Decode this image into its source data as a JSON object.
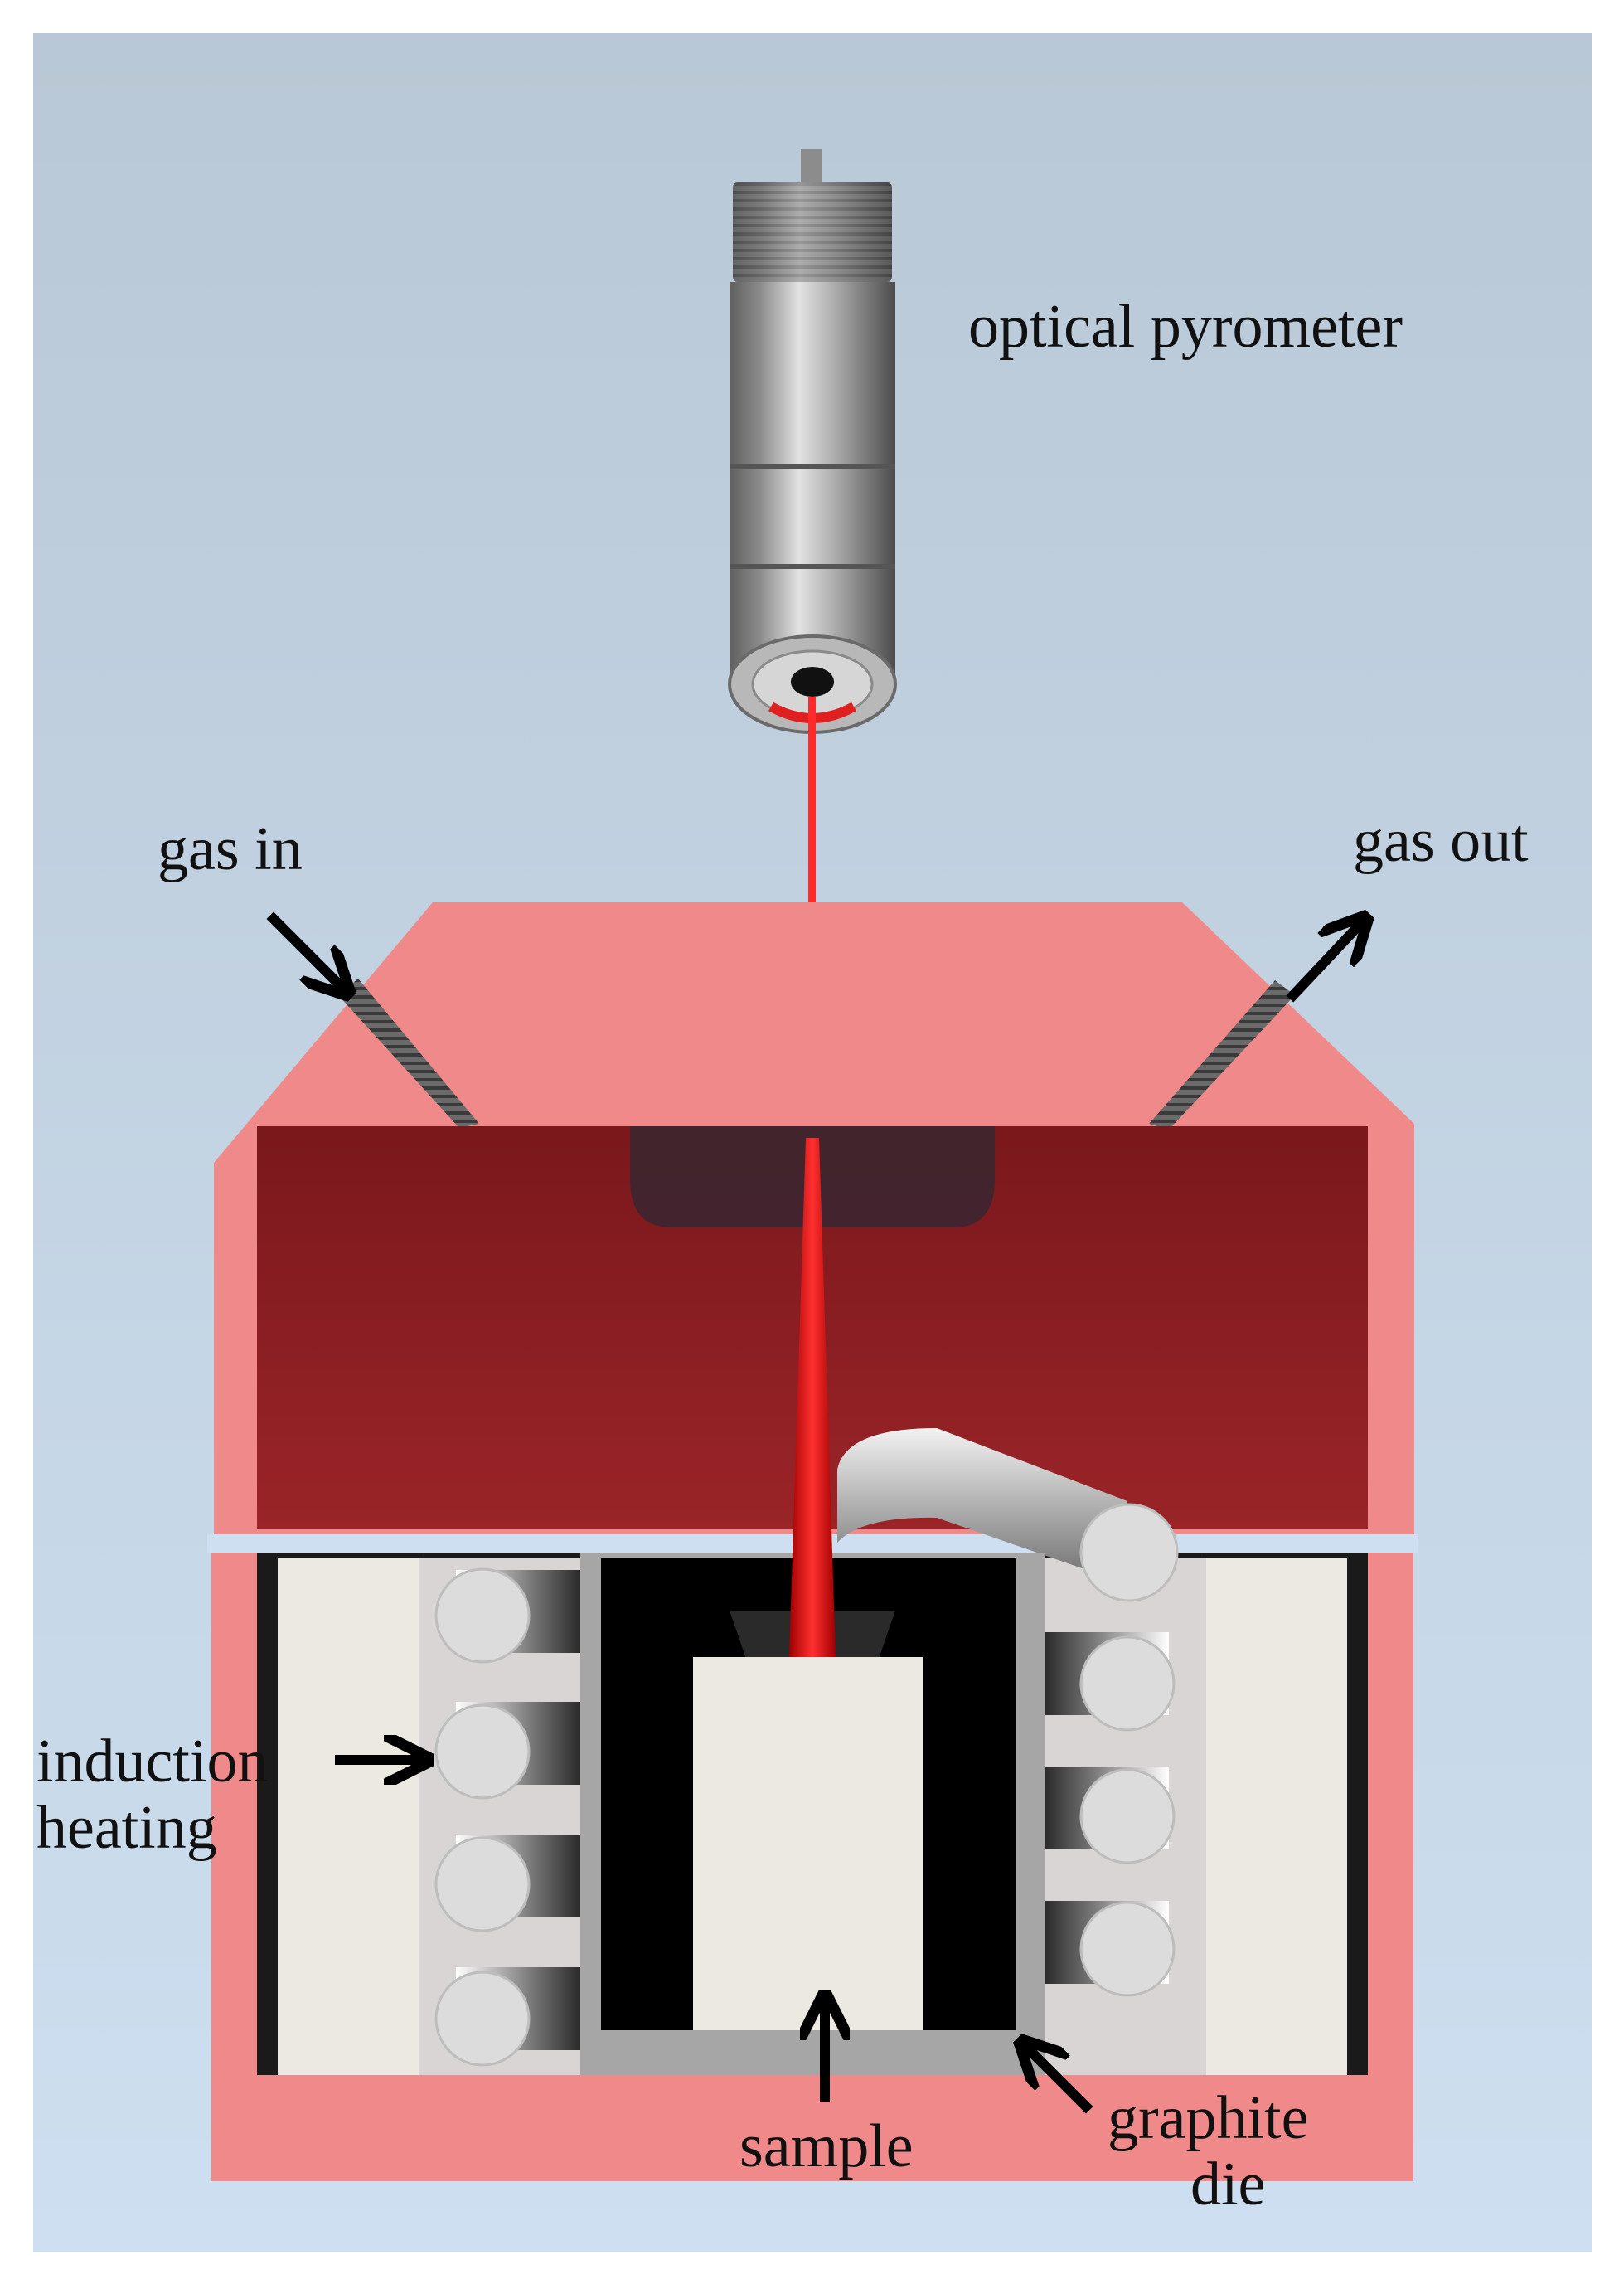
{
  "figure": {
    "labels": {
      "optical_pyrometer": "optical pyrometer",
      "gas_in": "gas in",
      "gas_out": "gas out",
      "induction_line1": "induction",
      "induction_line2": "heating",
      "sample": "sample",
      "graphite_line1": "graphite",
      "graphite_line2": "die"
    },
    "colors": {
      "background_top": "#b9c8d6",
      "background_bottom": "#cddff0",
      "chamber_salmon": "#f08a8a",
      "chamber_interior": "#8a1e22",
      "laser": "#ff2020",
      "insulation": "#e9e8e2",
      "coil": "#d9d9d9",
      "crucible_inner": "#000000",
      "graphite_die": "#a6a6a6",
      "pyrometer_body": "#9a9a9a"
    }
  }
}
